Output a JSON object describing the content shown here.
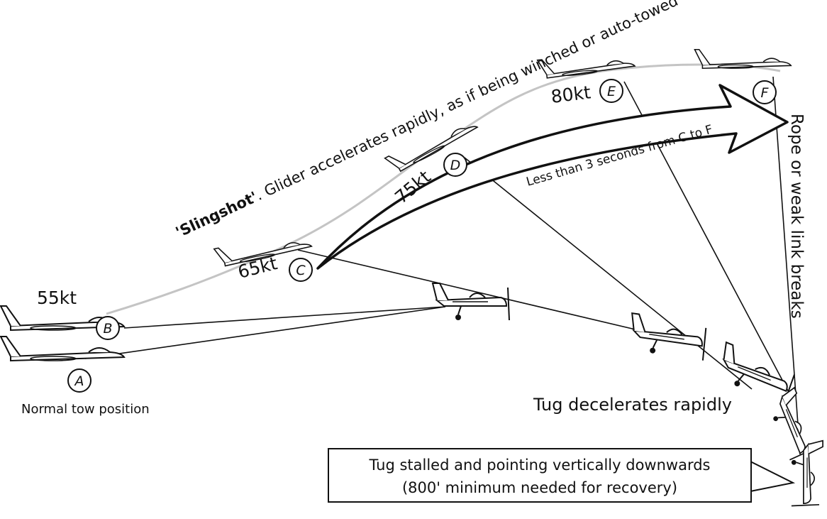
{
  "labels": {
    "normal_tow": "Normal tow position",
    "slingshot_bold": "'Slingshot'",
    "slingshot_rest": ". Glider accelerates rapidly, as if being winched or auto-towed",
    "less_than": "Less than 3 seconds from C to F",
    "rope_breaks": "Rope or weak link breaks",
    "tug_decelerates": "Tug decelerates rapidly",
    "tug_stalled_line1": "Tug stalled and pointing vertically downwards",
    "tug_stalled_line2": "(800' minimum needed for recovery)"
  },
  "speeds": {
    "b": "55kt",
    "c": "65kt",
    "d": "75kt",
    "e": "80kt"
  },
  "points": {
    "a": "A",
    "b": "B",
    "c": "C",
    "d": "D",
    "e": "E",
    "f": "F"
  },
  "colors": {
    "ink": "#111111",
    "path": "#c4c4c4",
    "fill": "#ffffff"
  }
}
